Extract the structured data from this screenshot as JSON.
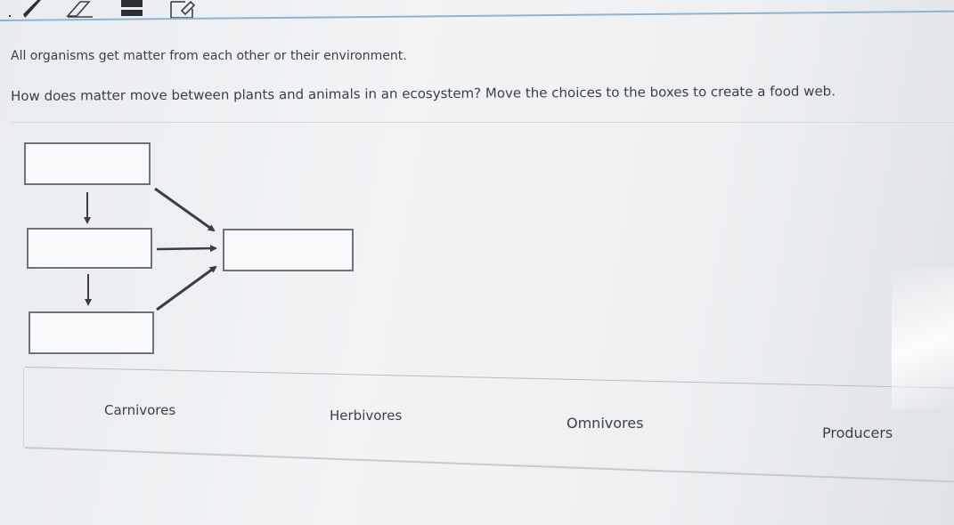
{
  "toolbar": {
    "tools": [
      {
        "icon": "pencil-icon"
      },
      {
        "icon": "eraser-icon"
      },
      {
        "icon": "highlighter-icon"
      },
      {
        "icon": "notepad-icon"
      }
    ]
  },
  "question": {
    "intro": "All organisms get matter from each other or their environment.",
    "prompt": "How does matter move between plants and animals in an ecosystem? Move the choices to the boxes to create a food web."
  },
  "food_web": {
    "drop_boxes": [
      "",
      "",
      "",
      ""
    ]
  },
  "choices": {
    "items": [
      "Carnivores",
      "Herbivores",
      "Omnivores",
      "Producers"
    ]
  },
  "colors": {
    "accent_rule": "#8fb3cf",
    "box_border": "#6f7377",
    "arrow": "#3a3d42"
  }
}
